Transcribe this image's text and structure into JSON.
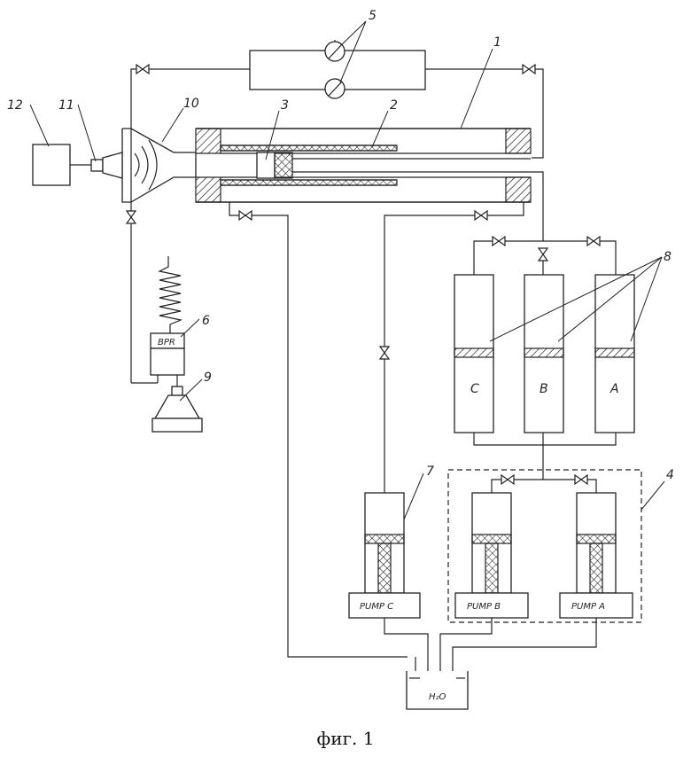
{
  "labels": {
    "n1": "1",
    "n2": "2",
    "n3": "3",
    "n4": "4",
    "n5": "5",
    "n6": "6",
    "n7": "7",
    "n8": "8",
    "n9": "9",
    "n10": "10",
    "n11": "11",
    "n12": "12"
  },
  "tanks": {
    "c": "C",
    "b": "B",
    "a": "A"
  },
  "pumps": {
    "c": "PUMP C",
    "b": "PUMP B",
    "a": "PUMP A"
  },
  "bpr": "BPR",
  "water": "H₂O",
  "caption": "фиг. 1"
}
